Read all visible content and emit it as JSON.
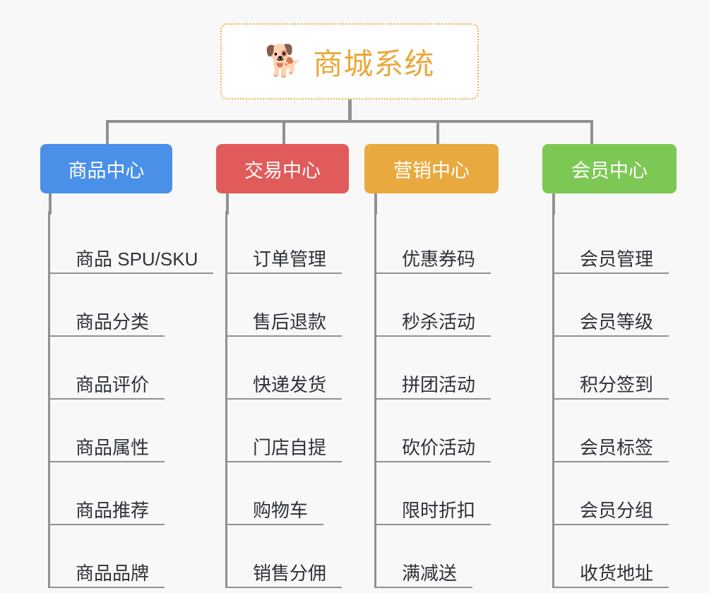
{
  "page": {
    "background_color": "#f8f8f8",
    "connector_color": "#919191"
  },
  "root": {
    "icon": "dog-face-icon",
    "icon_glyph": "🐕",
    "title": "商城系统",
    "title_color": "#e8a93a",
    "border_color": "#eab54a",
    "border_style": "dotted"
  },
  "columns": [
    {
      "title": "商品中心",
      "color": "#4a90e8",
      "items": [
        "商品 SPU/SKU",
        "商品分类",
        "商品评价",
        "商品属性",
        "商品推荐",
        "商品品牌"
      ]
    },
    {
      "title": "交易中心",
      "color": "#e15b5b",
      "items": [
        "订单管理",
        "售后退款",
        "快递发货",
        "门店自提",
        "购物车",
        "销售分佣"
      ]
    },
    {
      "title": "营销中心",
      "color": "#e8aa3f",
      "items": [
        "优惠券码",
        "秒杀活动",
        "拼团活动",
        "砍价活动",
        "限时折扣",
        "满减送"
      ]
    },
    {
      "title": "会员中心",
      "color": "#7dc855",
      "items": [
        "会员管理",
        "会员等级",
        "积分签到",
        "会员标签",
        "会员分组",
        "收货地址"
      ]
    }
  ]
}
